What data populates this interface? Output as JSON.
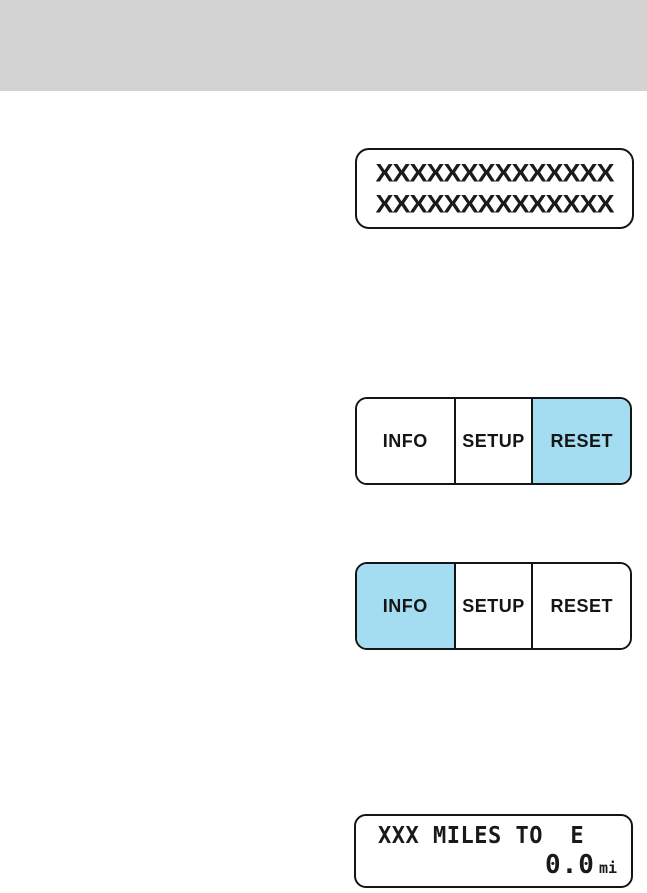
{
  "colors": {
    "highlight": "#a4ddf2",
    "header_gray": "#d2d2d2",
    "border": "#141414"
  },
  "display_top": {
    "line1": "XXXXXXXXXXXXXX",
    "line2": "XXXXXXXXXXXXXX"
  },
  "button_bar_reset_active": {
    "buttons": [
      {
        "label": "INFO",
        "active": false
      },
      {
        "label": "SETUP",
        "active": false
      },
      {
        "label": "RESET",
        "active": true
      }
    ]
  },
  "button_bar_info_active": {
    "buttons": [
      {
        "label": "INFO",
        "active": true
      },
      {
        "label": "SETUP",
        "active": false
      },
      {
        "label": "RESET",
        "active": false
      }
    ]
  },
  "display_bottom": {
    "line1": "XXX MILES TO  E",
    "value": "0.0",
    "unit": "mi"
  }
}
